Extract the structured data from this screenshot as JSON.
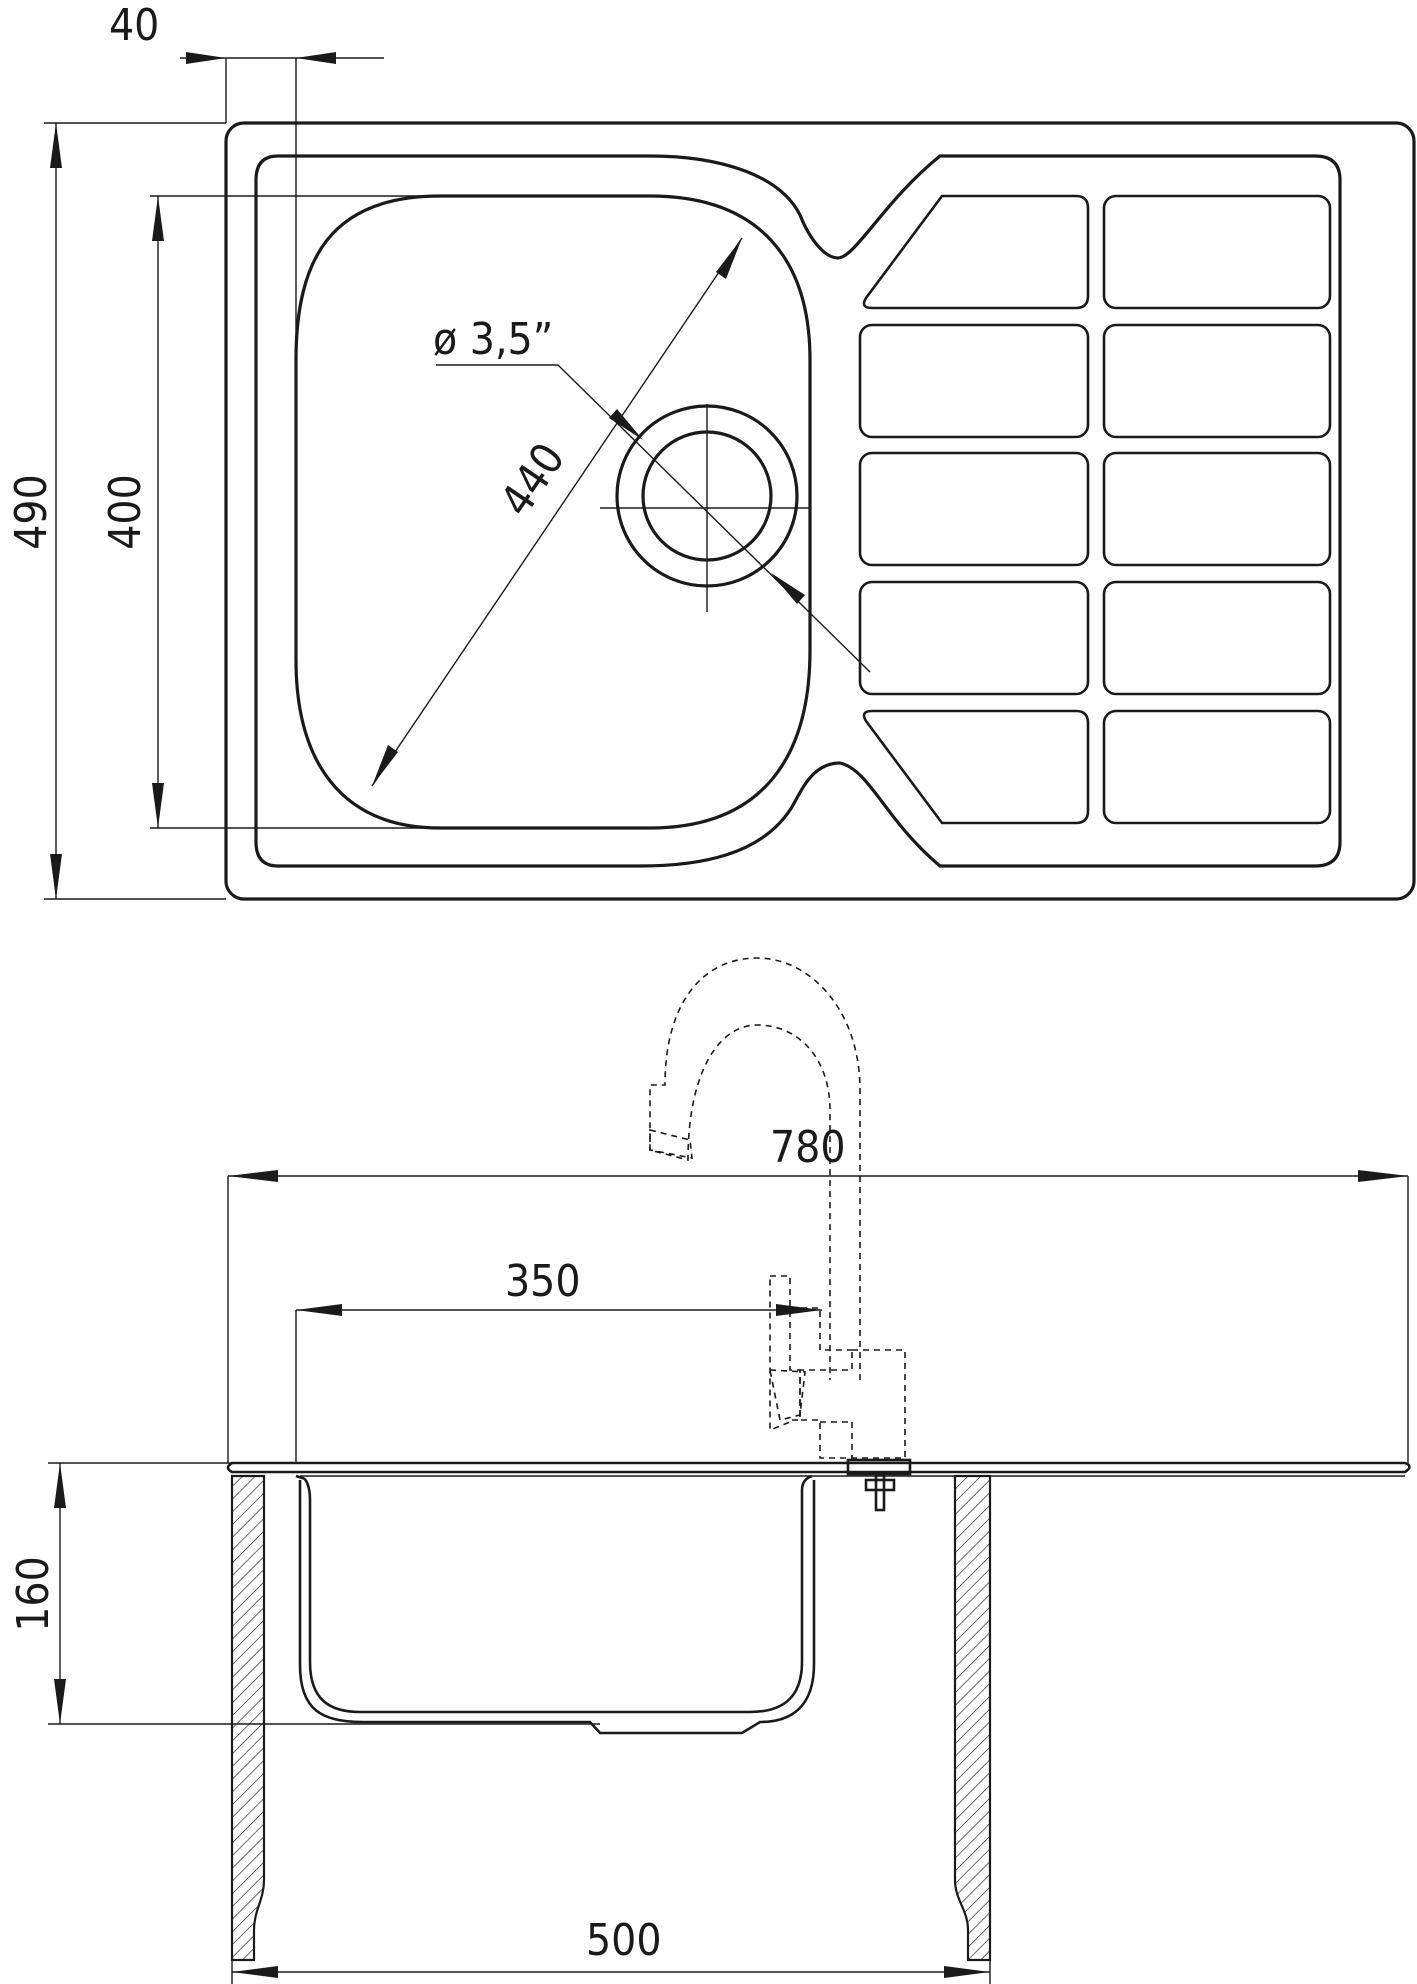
{
  "dimensions": {
    "overhang": "40",
    "overall_depth": "490",
    "bowl_depth": "400",
    "bowl_diagonal": "440",
    "drain_diameter": "ø 3,5”",
    "overall_width": "780",
    "bowl_offset": "350",
    "bowl_height": "160",
    "cabinet_width": "500"
  },
  "views": [
    "top-view",
    "section-view"
  ],
  "colors": {
    "line": "#1a1a1a",
    "background": "#ffffff"
  }
}
